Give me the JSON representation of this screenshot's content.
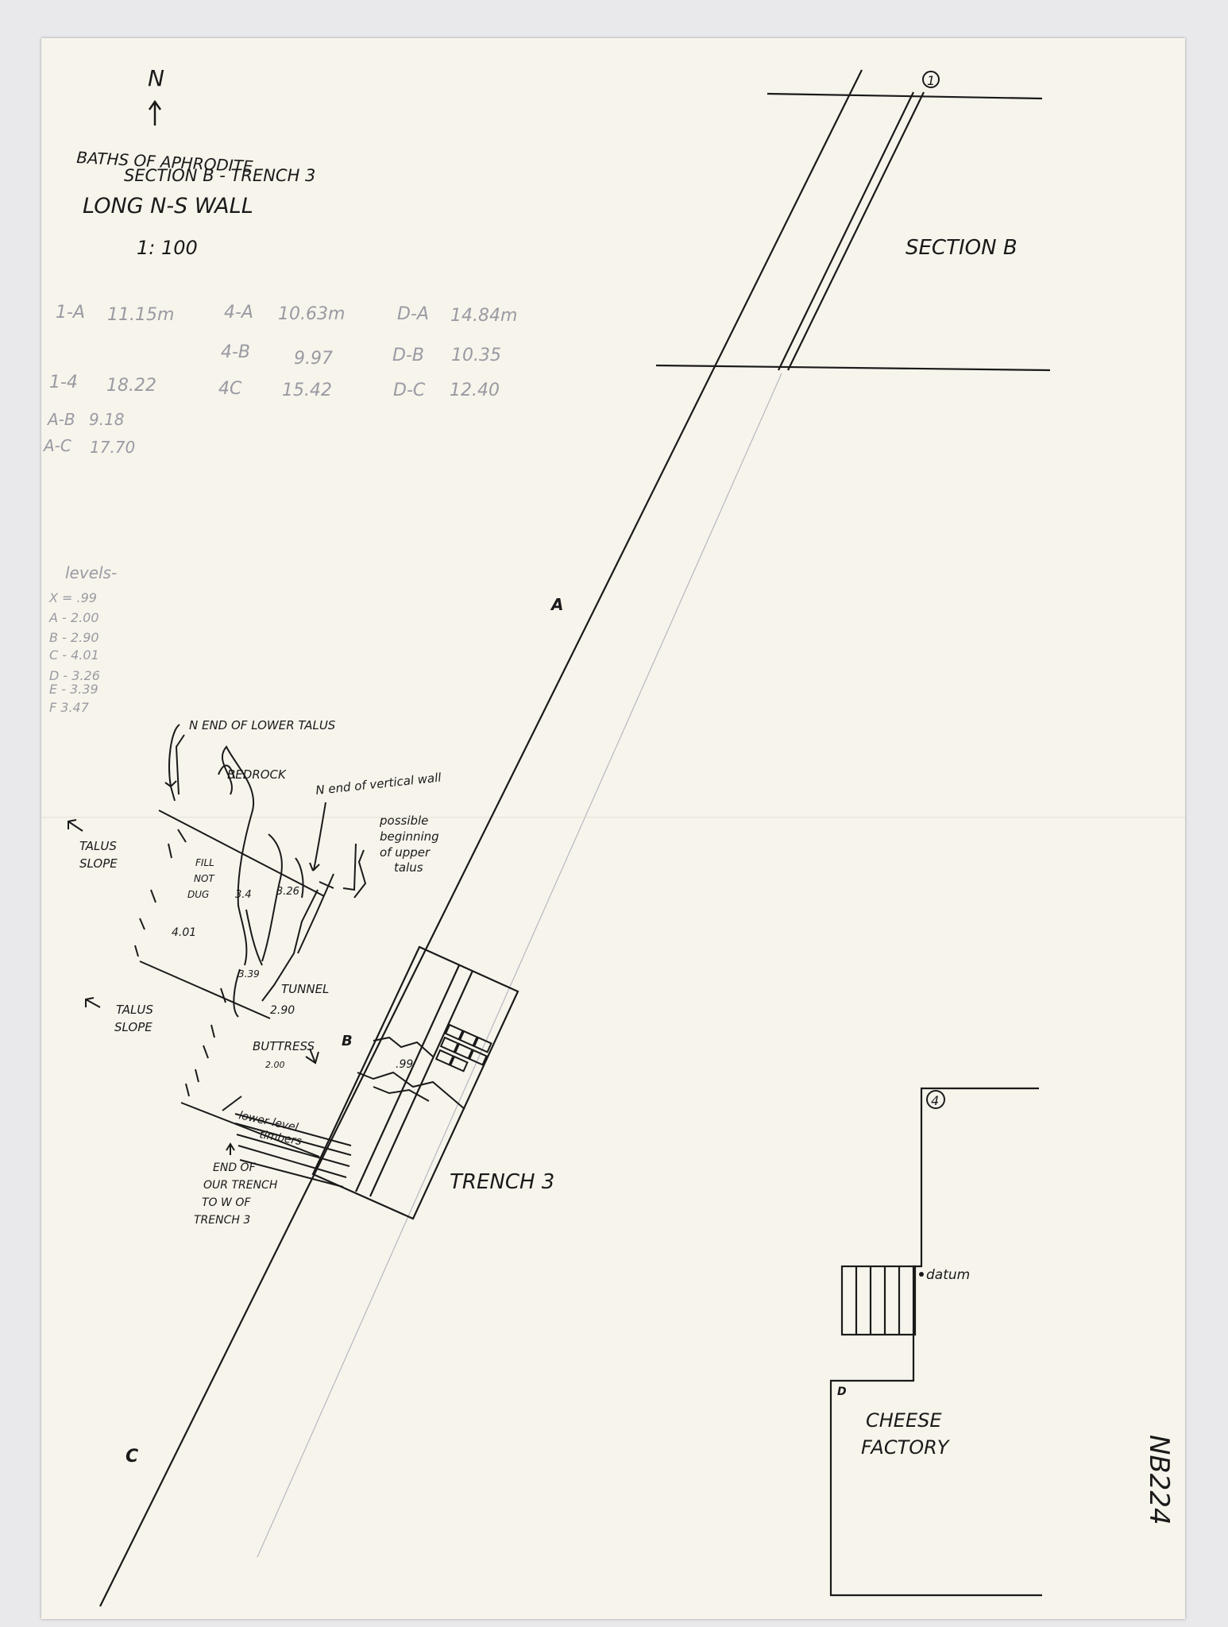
{
  "north": "N",
  "title": {
    "line1": "BATHS OF APHRODITE",
    "line2": "SECTION B - TRENCH 3",
    "line3": "LONG N-S WALL",
    "scale": "1: 100"
  },
  "measurements": [
    {
      "label": "1-A",
      "value": "11.15m"
    },
    {
      "label": "4-A",
      "value": "10.63m"
    },
    {
      "label": "D-A",
      "value": "14.84m"
    },
    {
      "label": "4-B",
      "value": "9.97"
    },
    {
      "label": "D-B",
      "value": "10.35"
    },
    {
      "label": "1-4",
      "value": "18.22"
    },
    {
      "label": "4C",
      "value": "15.42"
    },
    {
      "label": "D-C",
      "value": "12.40"
    },
    {
      "label": "A-B",
      "value": "9.18"
    },
    {
      "label": "A-C",
      "value": "17.70"
    }
  ],
  "levels": {
    "title": "levels-",
    "items": [
      "X = .99",
      "A - 2.00",
      "B - 2.90",
      "C - 4.01",
      "D - 3.26",
      "E - 3.39",
      "F 3.47"
    ]
  },
  "points": {
    "p1": "1",
    "p4": "4",
    "a": "A",
    "b": "B",
    "c": "C",
    "d": "D"
  },
  "labels": {
    "section_b": "SECTION B",
    "trench3": "TRENCH 3",
    "cheese_factory_1": "CHEESE",
    "cheese_factory_2": "FACTORY",
    "datum": "datum",
    "sheet_number": "NB224"
  },
  "sketch": {
    "n_end_lower_talus": "N END OF LOWER TALUS",
    "bedrock": "BEDROCK",
    "n_end_vertical_wall": "N end of vertical wall",
    "possible_1": "possible",
    "possible_2": "beginning",
    "possible_3": "of upper",
    "possible_4": "talus",
    "talus_slope_1a": "TALUS",
    "talus_slope_1b": "SLOPE",
    "talus_slope_2a": "TALUS",
    "talus_slope_2b": "SLOPE",
    "fill_1": "FILL",
    "fill_2": "NOT",
    "fill_3": "DUG",
    "lvl_e": "3.4",
    "lvl_d": "3.26",
    "lvl_c": "4.01",
    "lvl_tunnel": "3.39",
    "tunnel": "TUNNEL",
    "lvl_b": "2.90",
    "buttress": "BUTTRESS",
    "lvl_x": ".99",
    "lvl_a": "2.00",
    "timbers_1": "lower level",
    "timbers_2": "timbers",
    "end_1": "END OF",
    "end_2": "OUR TRENCH",
    "end_3": "TO W OF",
    "end_4": "TRENCH 3"
  }
}
